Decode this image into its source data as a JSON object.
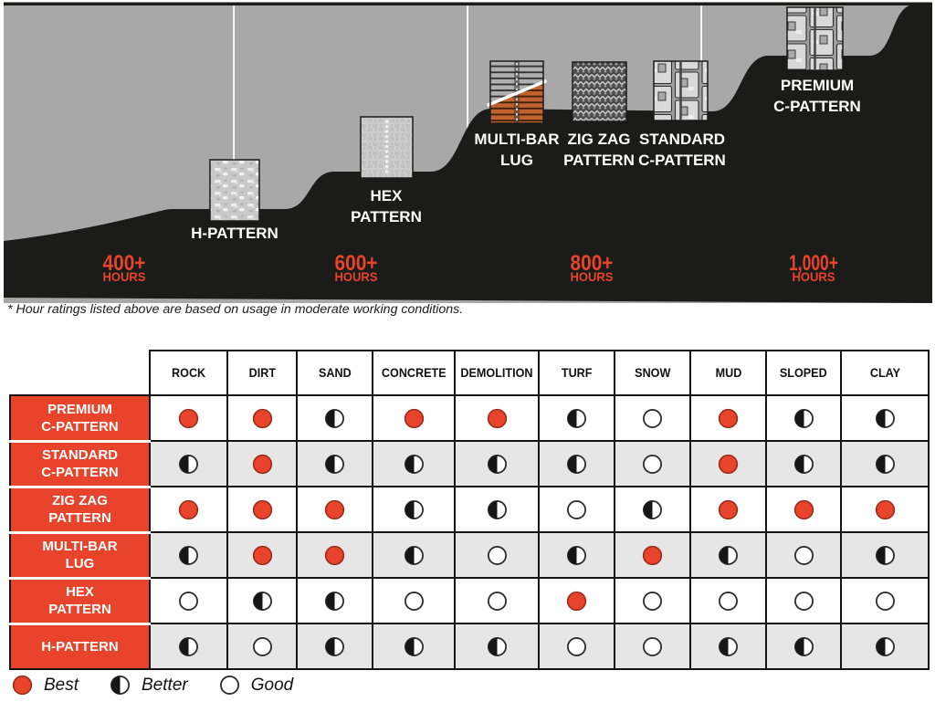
{
  "diagram": {
    "footnote": "* Hour ratings listed above are based on usage in moderate working conditions.",
    "sections": [
      {
        "hours": "400+",
        "unit": "HOURS"
      },
      {
        "hours": "600+",
        "unit": "HOURS"
      },
      {
        "hours": "800+",
        "unit": "HOURS"
      },
      {
        "hours": "1,000+",
        "unit": "HOURS"
      }
    ],
    "patterns": [
      {
        "name": "H-PATTERN",
        "lines": [
          "H-PATTERN",
          ""
        ]
      },
      {
        "name": "HEX PATTERN",
        "lines": [
          "HEX",
          "PATTERN"
        ]
      },
      {
        "name": "MULTI-BAR LUG",
        "lines": [
          "MULTI-BAR",
          "LUG"
        ]
      },
      {
        "name": "ZIG ZAG PATTERN",
        "lines": [
          "ZIG ZAG",
          "PATTERN"
        ]
      },
      {
        "name": "STANDARD C-PATTERN",
        "lines": [
          "STANDARD",
          "C-PATTERN"
        ]
      },
      {
        "name": "PREMIUM C-PATTERN",
        "lines": [
          "PREMIUM",
          "C-PATTERN"
        ]
      }
    ]
  },
  "chart_data": {
    "type": "table",
    "title": "",
    "categories": [
      "ROCK",
      "DIRT",
      "SAND",
      "CONCRETE",
      "DEMOLITION",
      "TURF",
      "SNOW",
      "MUD",
      "SLOPED",
      "CLAY"
    ],
    "series": [
      {
        "name": "PREMIUM C-PATTERN",
        "values": [
          "best",
          "best",
          "better",
          "best",
          "best",
          "better",
          "good",
          "best",
          "better",
          "better"
        ]
      },
      {
        "name": "STANDARD C-PATTERN",
        "values": [
          "better",
          "best",
          "better",
          "better",
          "better",
          "better",
          "good",
          "best",
          "better",
          "better"
        ]
      },
      {
        "name": "ZIG ZAG PATTERN",
        "values": [
          "best",
          "best",
          "best",
          "better",
          "better",
          "good",
          "better",
          "best",
          "best",
          "best"
        ]
      },
      {
        "name": "MULTI-BAR LUG",
        "values": [
          "better",
          "best",
          "best",
          "better",
          "good",
          "better",
          "best",
          "better",
          "good",
          "better"
        ]
      },
      {
        "name": "HEX PATTERN",
        "values": [
          "good",
          "better",
          "better",
          "good",
          "good",
          "best",
          "good",
          "good",
          "good",
          "good"
        ]
      },
      {
        "name": "H-PATTERN",
        "values": [
          "better",
          "good",
          "better",
          "better",
          "better",
          "good",
          "good",
          "better",
          "better",
          "better"
        ]
      }
    ]
  },
  "table": {
    "columns": [
      "ROCK",
      "DIRT",
      "SAND",
      "CONCRETE",
      "DEMOLITION",
      "TURF",
      "SNOW",
      "MUD",
      "SLOPED",
      "CLAY"
    ],
    "rows": [
      {
        "label_lines": [
          "PREMIUM",
          "C-PATTERN"
        ],
        "ratings": [
          "best",
          "best",
          "better",
          "best",
          "best",
          "better",
          "good",
          "best",
          "better",
          "better"
        ]
      },
      {
        "label_lines": [
          "STANDARD",
          "C-PATTERN"
        ],
        "ratings": [
          "better",
          "best",
          "better",
          "better",
          "better",
          "better",
          "good",
          "best",
          "better",
          "better"
        ]
      },
      {
        "label_lines": [
          "ZIG ZAG",
          "PATTERN"
        ],
        "ratings": [
          "best",
          "best",
          "best",
          "better",
          "better",
          "good",
          "better",
          "best",
          "best",
          "best"
        ]
      },
      {
        "label_lines": [
          "MULTI-BAR",
          "LUG"
        ],
        "ratings": [
          "better",
          "best",
          "best",
          "better",
          "good",
          "better",
          "best",
          "better",
          "good",
          "better"
        ]
      },
      {
        "label_lines": [
          "HEX",
          "PATTERN"
        ],
        "ratings": [
          "good",
          "better",
          "better",
          "good",
          "good",
          "best",
          "good",
          "good",
          "good",
          "good"
        ]
      },
      {
        "label_lines": [
          "H-PATTERN",
          ""
        ],
        "ratings": [
          "better",
          "good",
          "better",
          "better",
          "better",
          "good",
          "good",
          "better",
          "better",
          "better"
        ]
      }
    ],
    "legend": [
      {
        "icon": "best",
        "label": "Best"
      },
      {
        "icon": "better",
        "label": "Better"
      },
      {
        "icon": "good",
        "label": "Good"
      }
    ]
  },
  "colors": {
    "accent": "#e8432b",
    "sky": "#a8a8a8",
    "ink": "#1b1b19",
    "row_alt": "#e6e6e6",
    "bar_orange": "#c2622f"
  }
}
